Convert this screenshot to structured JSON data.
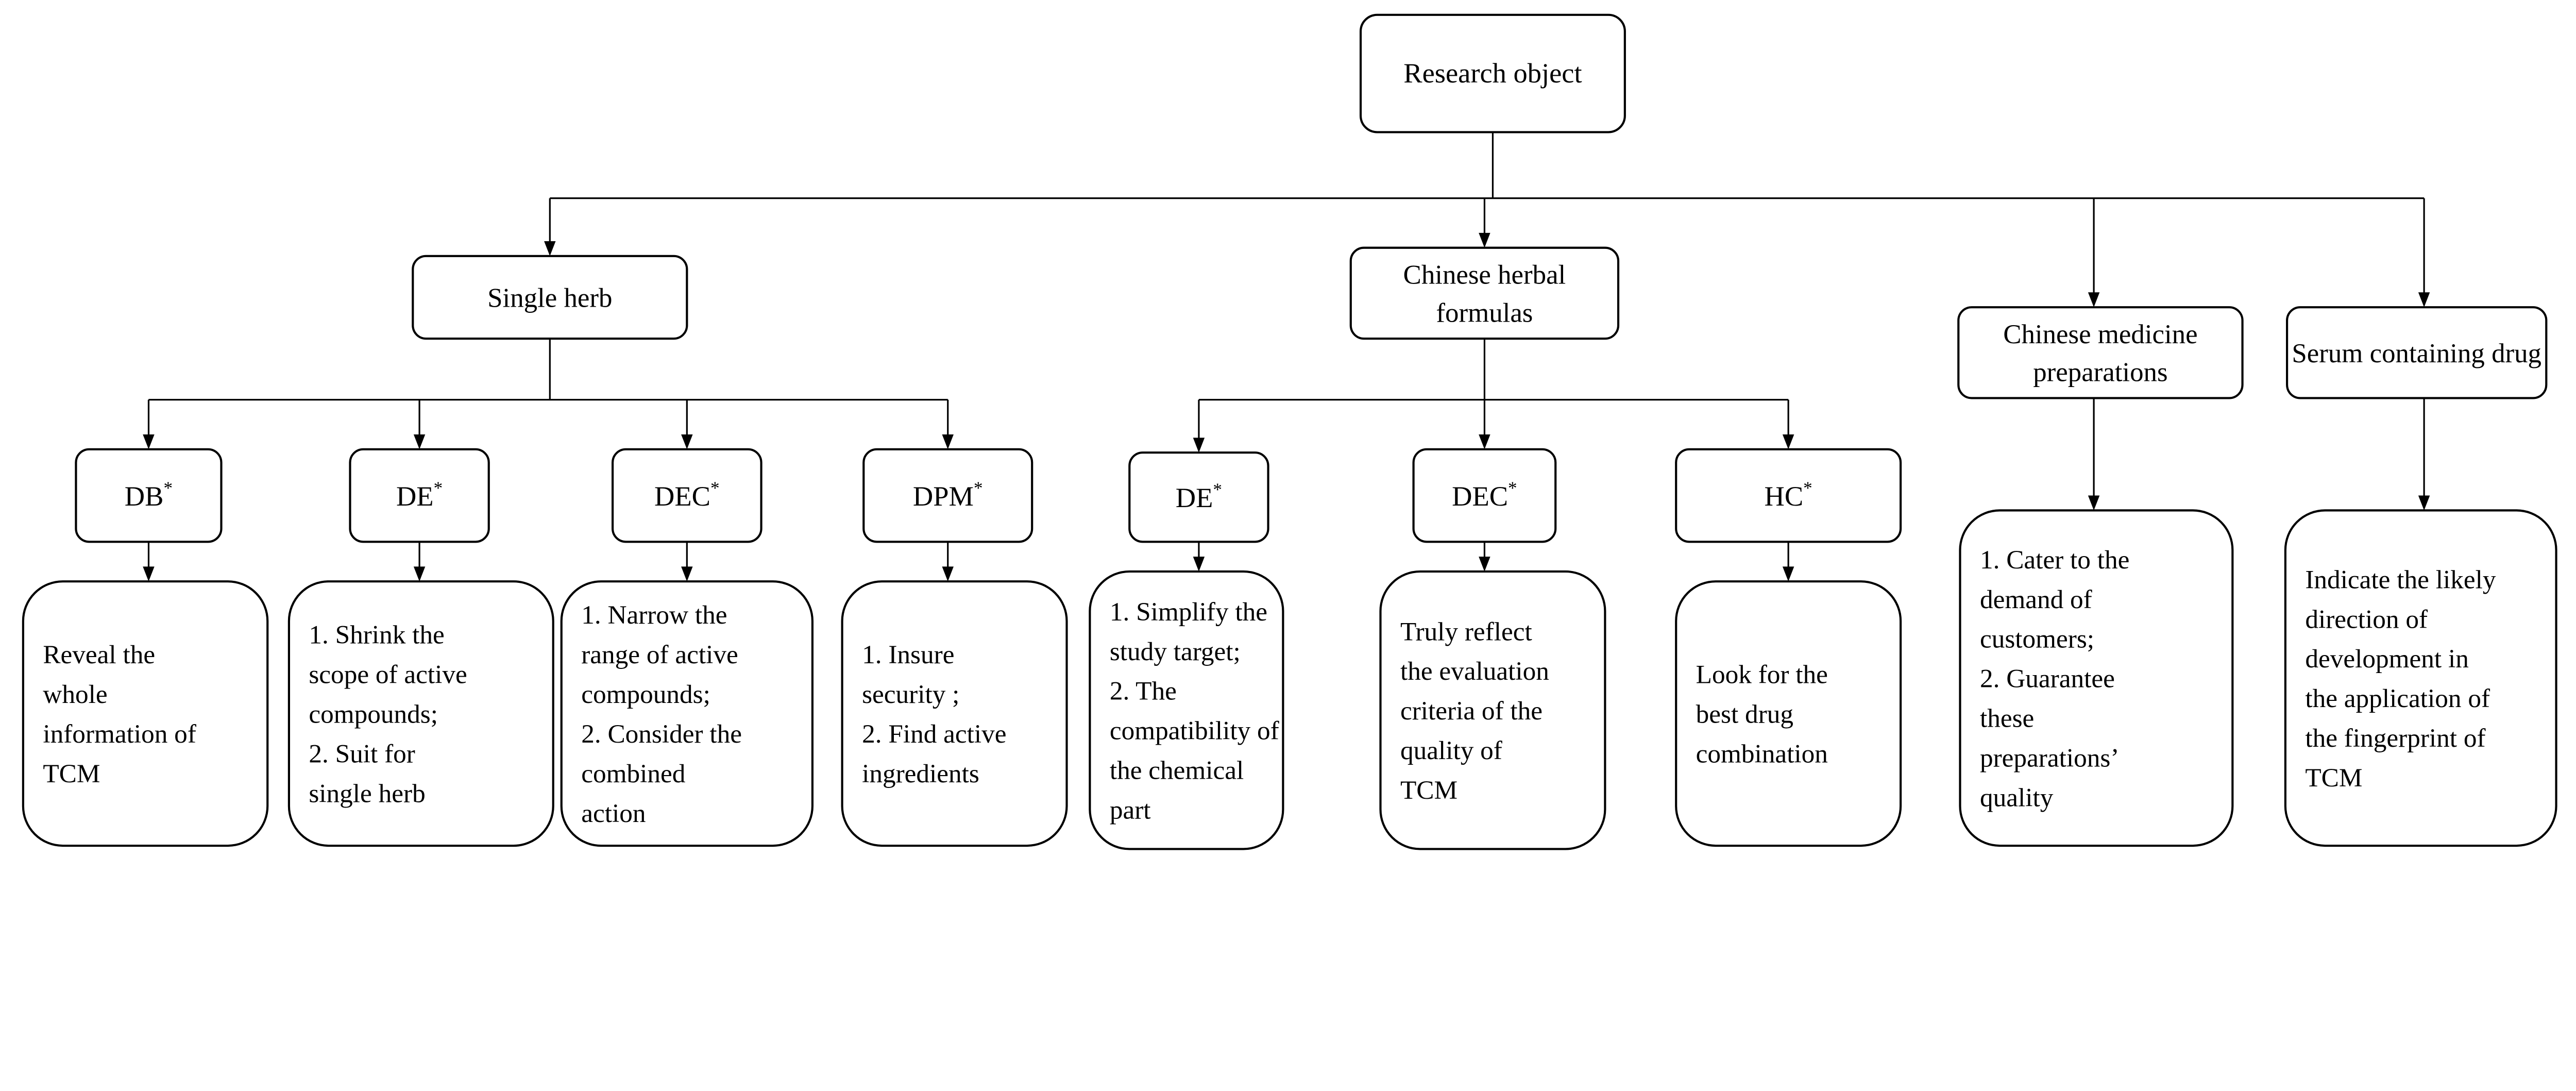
{
  "root": {
    "label": "Research object"
  },
  "categories": [
    {
      "id": "single",
      "lines": [
        "Single herb"
      ]
    },
    {
      "id": "formulas",
      "lines": [
        "Chinese herbal",
        "formulas"
      ]
    },
    {
      "id": "preparations",
      "lines": [
        "Chinese medicine",
        "preparations"
      ]
    },
    {
      "id": "serum",
      "lines": [
        "Serum containing drug"
      ]
    }
  ],
  "methods": [
    {
      "id": "db",
      "label": "DB",
      "mark": "*"
    },
    {
      "id": "de1",
      "label": "DE",
      "mark": "*"
    },
    {
      "id": "dec1",
      "label": "DEC",
      "mark": "*"
    },
    {
      "id": "dpm",
      "label": "DPM",
      "mark": "*"
    },
    {
      "id": "de2",
      "label": "DE",
      "mark": "*"
    },
    {
      "id": "dec2",
      "label": "DEC",
      "mark": "*"
    },
    {
      "id": "hc",
      "label": "HC",
      "mark": "*"
    }
  ],
  "descriptions": [
    {
      "id": "db",
      "lines": [
        "Reveal the",
        "whole",
        "information of",
        "TCM"
      ]
    },
    {
      "id": "de1",
      "lines": [
        "1. Shrink the",
        "scope of active",
        "compounds;",
        "2. Suit for",
        "single herb"
      ]
    },
    {
      "id": "dec1",
      "lines": [
        "1. Narrow the",
        "range of active",
        "compounds;",
        "2. Consider the",
        "combined",
        "action"
      ]
    },
    {
      "id": "dpm",
      "lines": [
        "1. Insure",
        "security ;",
        "2. Find active",
        "ingredients"
      ]
    },
    {
      "id": "de2",
      "lines": [
        "1. Simplify the",
        "study target;",
        "2. The",
        "compatibility of",
        "the chemical",
        "part"
      ]
    },
    {
      "id": "dec2",
      "lines": [
        "Truly reflect",
        "the evaluation",
        "criteria of the",
        "quality of",
        "TCM"
      ]
    },
    {
      "id": "hc",
      "lines": [
        "Look for the",
        "best drug",
        "combination"
      ]
    },
    {
      "id": "preparations",
      "lines": [
        "1. Cater to the",
        "demand of",
        "customers;",
        "2. Guarantee",
        "these",
        "preparations’",
        "quality"
      ]
    },
    {
      "id": "serum",
      "lines": [
        "Indicate the likely",
        "direction of",
        "development in",
        "the application of",
        "the fingerprint of",
        "TCM"
      ]
    }
  ]
}
